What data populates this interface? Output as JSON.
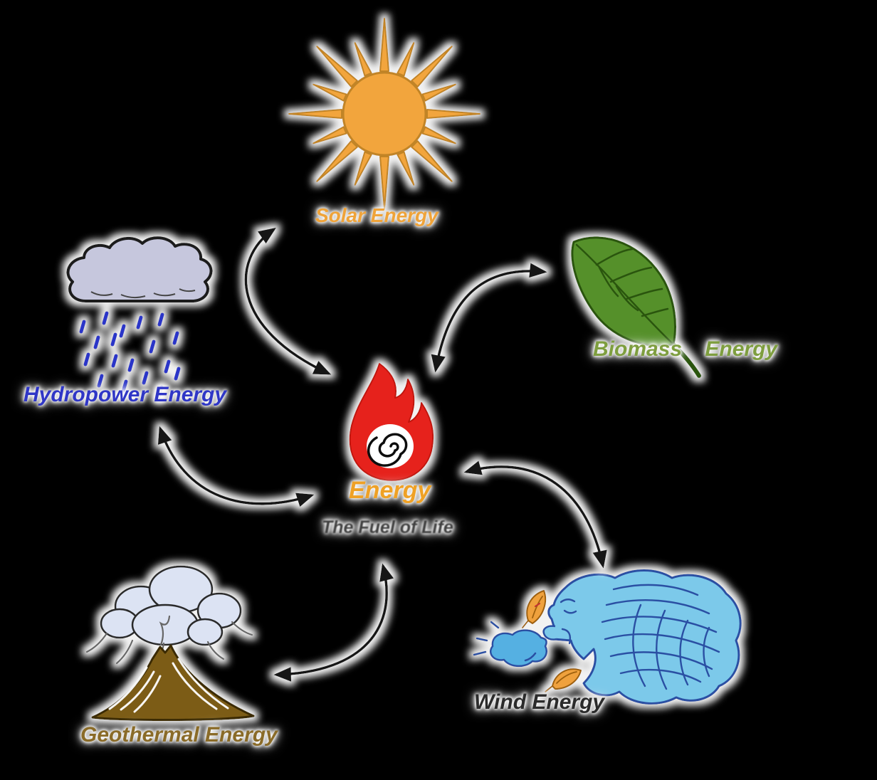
{
  "diagram": {
    "background_color": "#000000",
    "center": {
      "label": "Energy",
      "sublabel": "The Fuel of Life",
      "icon": "flame-icon",
      "label_color": "#EFA125",
      "sublabel_color": "#3F3F3F",
      "flame_color": "#E6231C"
    },
    "nodes": [
      {
        "id": "solar",
        "label": "Solar Energy",
        "icon": "sun-icon",
        "color": "#EFA339",
        "position": "top-center"
      },
      {
        "id": "hydropower",
        "label": "Hydropower Energy",
        "icon": "rain-cloud-icon",
        "color": "#2F36C6",
        "position": "middle-left"
      },
      {
        "id": "biomass",
        "label": "Biomass Energy",
        "icon": "leaf-icon",
        "color": "#7E9E3F",
        "position": "middle-right"
      },
      {
        "id": "geothermal",
        "label": "Geothermal Energy",
        "icon": "volcano-icon",
        "color": "#8A6B28",
        "position": "bottom-left"
      },
      {
        "id": "wind",
        "label": "Wind Energy",
        "icon": "wind-blowing-face-icon",
        "color": "#2B2B2B",
        "position": "bottom-right"
      }
    ],
    "connections": [
      {
        "from": "energy",
        "to": "solar",
        "style": "double-headed-curved-arrow"
      },
      {
        "from": "energy",
        "to": "biomass",
        "style": "double-headed-curved-arrow"
      },
      {
        "from": "energy",
        "to": "hydropower",
        "style": "double-headed-curved-arrow"
      },
      {
        "from": "energy",
        "to": "wind",
        "style": "double-headed-curved-arrow"
      },
      {
        "from": "energy",
        "to": "geothermal",
        "style": "double-headed-curved-arrow"
      }
    ]
  }
}
